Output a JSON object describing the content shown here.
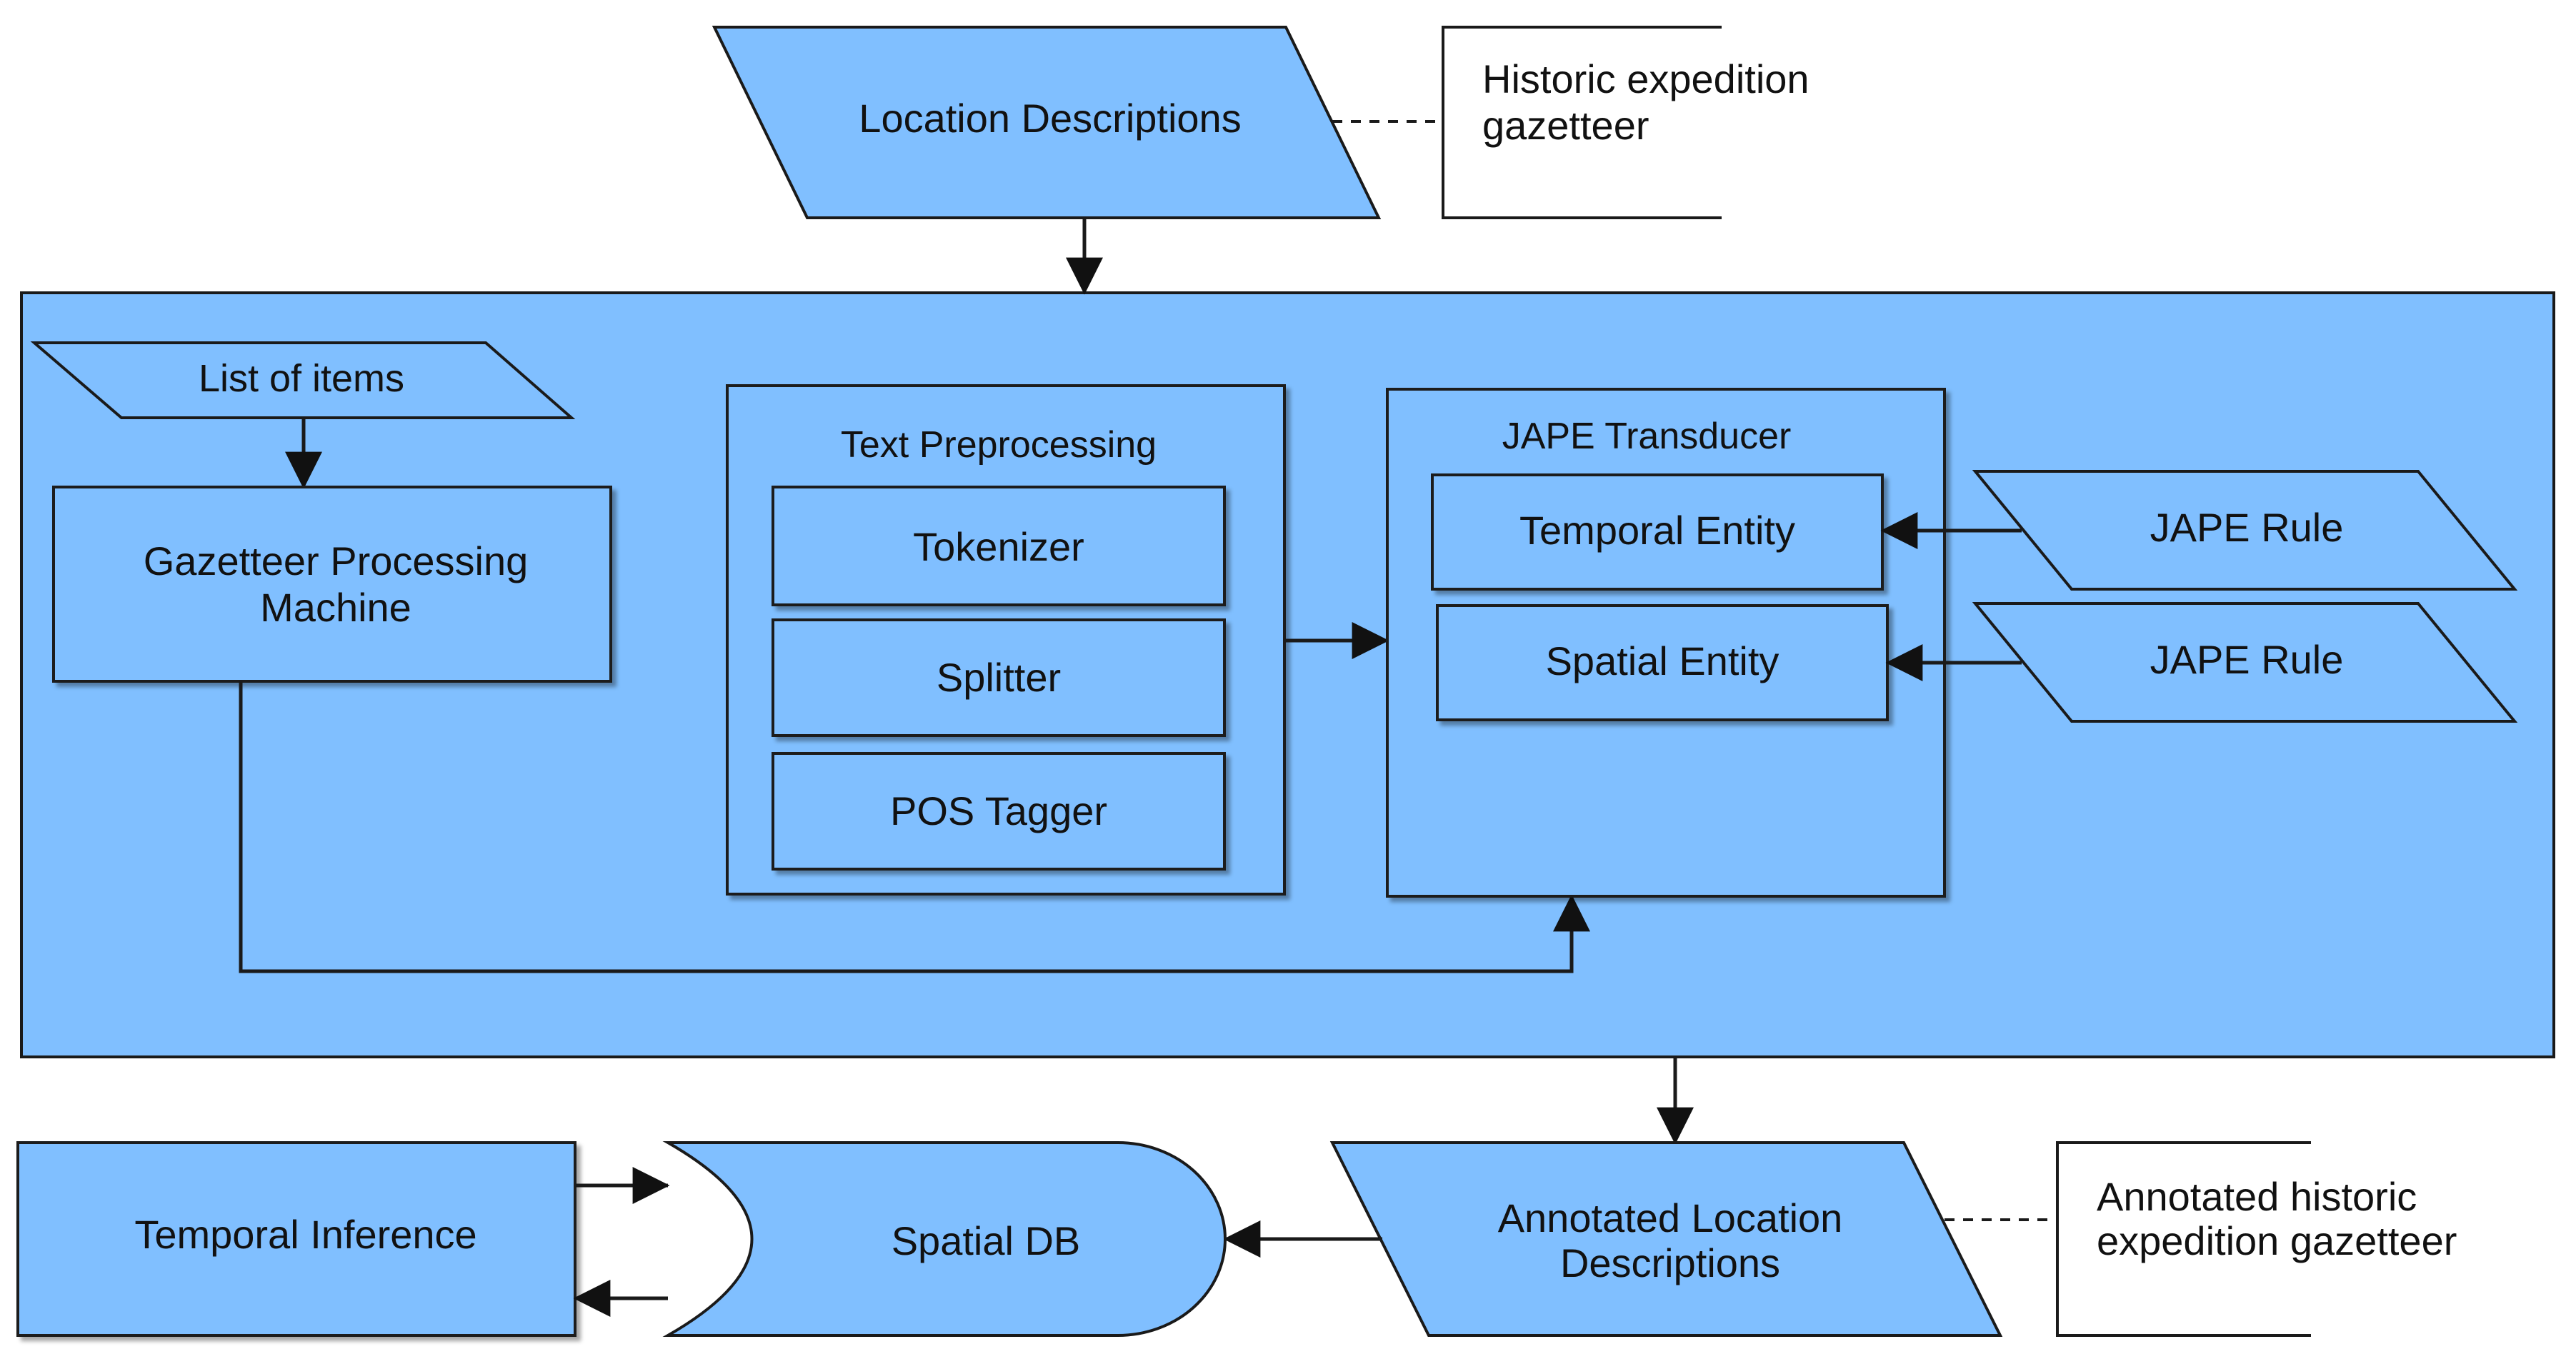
{
  "colors": {
    "fill": "#80bfff",
    "stroke": "#1a1a1a",
    "note_fill": "#ffffff"
  },
  "labels": {
    "location_descriptions": "Location Descriptions",
    "historic_note_line1": "Historic expedition",
    "historic_note_line2": "gazetteer",
    "list_of_items": "List of items",
    "gazetteer_line1": "Gazetteer Processing",
    "gazetteer_line2": "Machine",
    "text_preprocessing": "Text Preprocessing",
    "tokenizer": "Tokenizer",
    "splitter": "Splitter",
    "pos_tagger": "POS Tagger",
    "jape_transducer": "JAPE Transducer",
    "temporal_entity": "Temporal Entity",
    "spatial_entity": "Spatial Entity",
    "jape_rule_1": "JAPE Rule",
    "jape_rule_2": "JAPE Rule",
    "temporal_inference": "Temporal Inference",
    "spatial_db": "Spatial DB",
    "annotated_line1": "Annotated Location",
    "annotated_line2": "Descriptions",
    "annotated_note_line1": "Annotated historic",
    "annotated_note_line2": "expedition gazetteer"
  }
}
